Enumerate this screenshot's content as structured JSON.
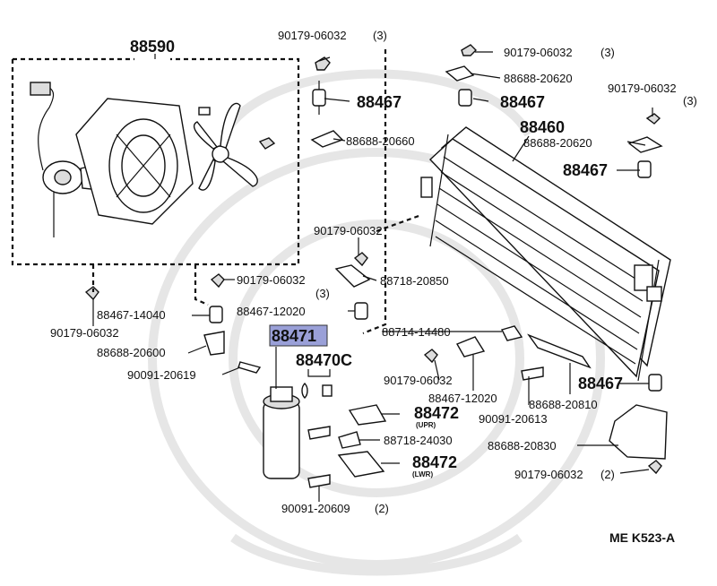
{
  "diagram": {
    "code": "ME K523-A",
    "callouts": {
      "fan_assembly": "88590",
      "nut_top_center": "90179-06032",
      "nut_top_center_qty": "(3)",
      "nut_top_right": "90179-06032",
      "nut_top_right_qty": "(3)",
      "bracket_top_right": "88688-20620",
      "cushion_top_right": "88467",
      "cushion_top_center": "88467",
      "condenser": "88460",
      "nut_far_right": "90179-06032",
      "nut_far_right_qty": "(3)",
      "bracket_center": "88688-20660",
      "bracket_right": "88688-20620",
      "cushion_right": "88467",
      "nut_center": "90179-06032",
      "nut_mid_left": "90179-06032",
      "nut_mid_left_qty": "(3)",
      "connector_center": "88718-20850",
      "cushion_left": "88467-14040",
      "cushion_center": "88467-12020",
      "nut_left": "90179-06032",
      "bracket_left": "88688-20600",
      "bolt_left": "90091-20619",
      "receiver": "88471",
      "oring_set": "88470C",
      "tube_fitting": "88714-14480",
      "nut_lower_center": "90179-06032",
      "cushion_lower_center": "88467-12020",
      "bolt_lower_center": "90091-20613",
      "bracket_lower_right": "88688-20810",
      "cushion_lower_right": "88467",
      "holder_upper": "88472",
      "holder_upper_note": "(UPR)",
      "connector_lower": "88718-24030",
      "bracket_lowest_right": "88688-20830",
      "holder_lower": "88472",
      "holder_lower_note": "(LWR)",
      "nut_lowest_right": "90179-06032",
      "nut_lowest_right_qty": "(2)",
      "bolt_bottom": "90091-20609",
      "bolt_bottom_qty": "(2)"
    }
  }
}
